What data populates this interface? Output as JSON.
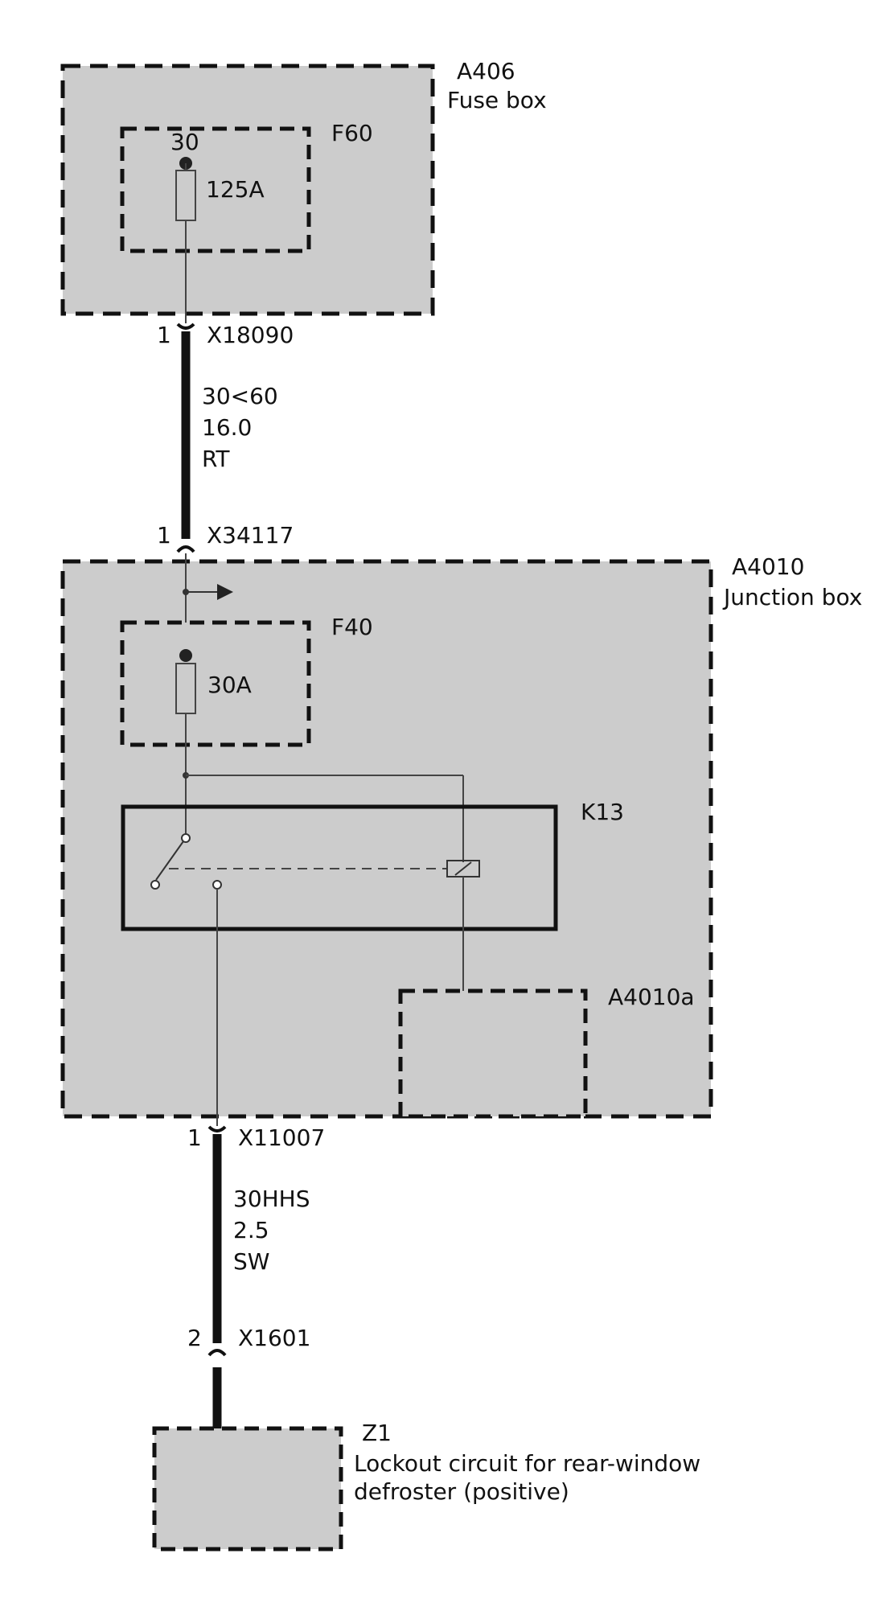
{
  "components": {
    "fuse_box": {
      "id": "A406",
      "name": "Fuse box"
    },
    "fuse_f60": {
      "id": "F60",
      "terminal": "30",
      "rating": "125A"
    },
    "junction_box": {
      "id": "A4010",
      "name": "Junction box"
    },
    "fuse_f40": {
      "id": "F40",
      "rating": "30A"
    },
    "relay": {
      "id": "K13"
    },
    "submodule": {
      "id": "A4010a"
    },
    "lockout": {
      "id": "Z1",
      "desc_line1": "Lockout circuit for rear-window",
      "desc_line2": "defroster (positive)"
    }
  },
  "connectors": [
    {
      "id": "X18090",
      "pin": "1"
    },
    {
      "id": "X34117",
      "pin": "1"
    },
    {
      "id": "X11007",
      "pin": "1"
    },
    {
      "id": "X1601",
      "pin": "2"
    }
  ],
  "wires": [
    {
      "circuit": "30<60",
      "size": "16.0",
      "color": "RT"
    },
    {
      "circuit": "30HHS",
      "size": "2.5",
      "color": "SW"
    }
  ],
  "colors": {
    "box_fill": "#cccccc",
    "line": "#111111",
    "thin_line": "#444444"
  }
}
